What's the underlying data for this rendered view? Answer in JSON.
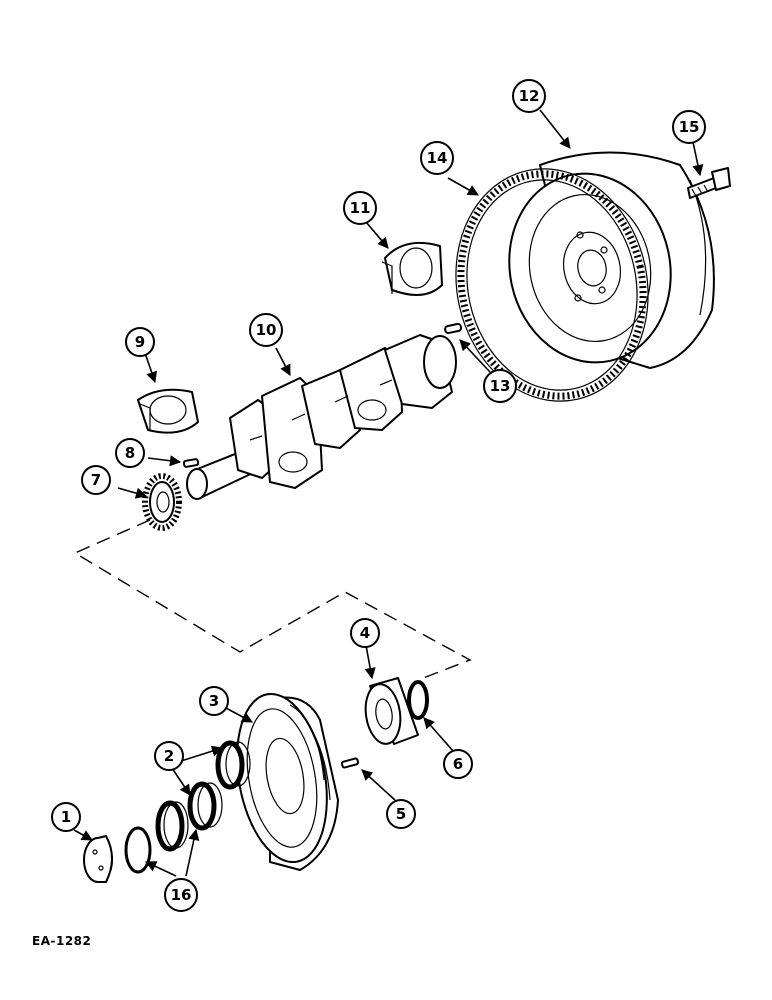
{
  "drawing_code": "EA-1282",
  "callouts": [
    {
      "part": "end-plate",
      "label": "1"
    },
    {
      "part": "spacer-ring",
      "label": "2"
    },
    {
      "part": "crankshaft-pulley",
      "label": "3"
    },
    {
      "part": "oil-seal",
      "label": "4"
    },
    {
      "part": "pulley-pin",
      "label": "5"
    },
    {
      "part": "o-ring",
      "label": "6"
    },
    {
      "part": "crankshaft-gear",
      "label": "7"
    },
    {
      "part": "gear-key",
      "label": "8"
    },
    {
      "part": "main-bearing",
      "label": "9"
    },
    {
      "part": "crankshaft",
      "label": "10"
    },
    {
      "part": "thrust-bearing",
      "label": "11"
    },
    {
      "part": "flywheel",
      "label": "12"
    },
    {
      "part": "dowel-pin",
      "label": "13"
    },
    {
      "part": "ring-gear",
      "label": "14"
    },
    {
      "part": "flywheel-bolt",
      "label": "15"
    },
    {
      "part": "seal-ring",
      "label": "16"
    }
  ]
}
